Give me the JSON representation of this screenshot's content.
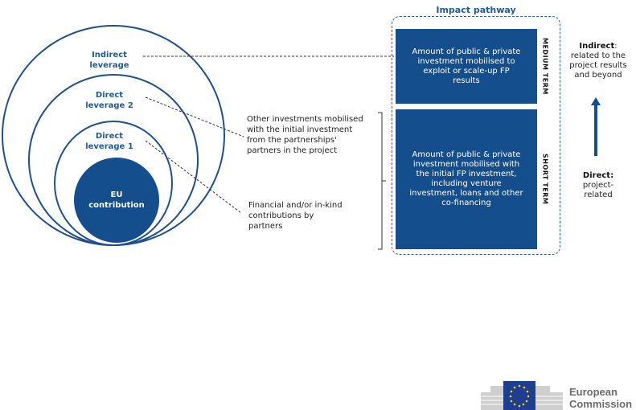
{
  "diagram": {
    "circles": {
      "indirect": "Indirect\nleverage",
      "direct2": "Direct\nleverage 2",
      "direct1": "Direct\nleverage 1",
      "core": "EU\ncontribution"
    },
    "notes": {
      "other_investments": "Other investments mobilised\nwith the initial investment\nfrom the partnerships'\npartners in the project",
      "financial": "Financial and/or in-kind\ncontributions by\npartners"
    },
    "pathway": {
      "title": "Impact pathway",
      "medium_box": "Amount of public & private\ninvestment mobilised to\nexploit or scale-up FP\nresults",
      "medium_label": "MEDIUM TERM",
      "short_box": "Amount of public & private\ninvestment mobilised with\nthe initial FP investment,\nincluding venture\ninvestment, loans and other\nco-financing",
      "short_label": "SHORT TERM"
    },
    "side": {
      "indirect_bold": "Indirect",
      "indirect_colon": ":",
      "indirect_rest": "related to the\nproject results\nand beyond",
      "direct_bold": "Direct:",
      "direct_rest": "project-\nrelated"
    },
    "logo": {
      "line1": "European",
      "line2": "Commission"
    },
    "colors": {
      "primary": "#144e8c",
      "label": "#1f5a99",
      "logo_text": "#6b6b6b"
    }
  }
}
